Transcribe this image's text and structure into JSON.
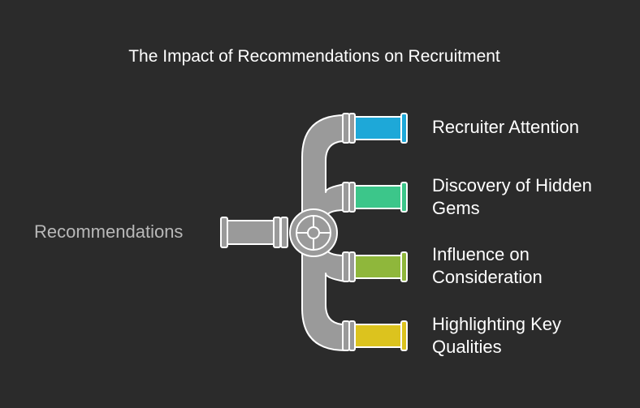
{
  "title": "The Impact of Recommendations on Recruitment",
  "source": "Recommendations",
  "outputs": [
    {
      "lines": [
        "Recruiter Attention"
      ],
      "color": "#1ea8d8",
      "color_dark": "#1788b0"
    },
    {
      "lines": [
        "Discovery of Hidden",
        "Gems"
      ],
      "color": "#3cc68a",
      "color_dark": "#2fa06f"
    },
    {
      "lines": [
        "Influence on",
        "Consideration"
      ],
      "color": "#8fb73b",
      "color_dark": "#739530"
    },
    {
      "lines": [
        "Highlighting Key",
        "Qualities"
      ],
      "color": "#dcc31e",
      "color_dark": "#b39e16"
    }
  ],
  "colors": {
    "background": "#2b2b2b",
    "pipe": "#9a9a9a",
    "pipe_outline": "#ffffff",
    "title_text": "#ffffff",
    "source_text": "#b8b8b8",
    "label_text": "#ffffff"
  },
  "icons": {
    "valve": "valve-wheel-icon"
  }
}
